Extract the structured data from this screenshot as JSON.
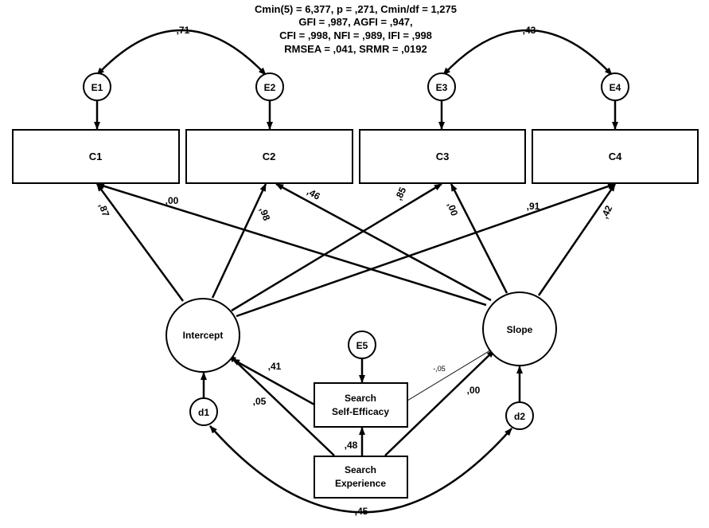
{
  "fit_stats": [
    "Cmin(5) = 6,377, p = ,271, Cmin/df = 1,275",
    "GFI = ,987, AGFI = ,947,",
    "CFI = ,998, NFI = ,989, IFI = ,998",
    "RMSEA = ,041, SRMR = ,0192"
  ],
  "observed": {
    "c1": "C1",
    "c2": "C2",
    "c3": "C3",
    "c4": "C4"
  },
  "errors": {
    "e1": "E1",
    "e2": "E2",
    "e3": "E3",
    "e4": "E4",
    "e5": "E5",
    "d1": "d1",
    "d2": "d2"
  },
  "latent": {
    "intercept": "Intercept",
    "slope": "Slope"
  },
  "predictors": {
    "self_efficacy": [
      "Search",
      "Self-Efficacy"
    ],
    "experience": [
      "Search",
      "Experience"
    ]
  },
  "coefficients": {
    "e1_e2": ",71",
    "e3_e4": ",43",
    "int_c1": ",87",
    "int_c2": ",98",
    "int_c3": ",85",
    "int_c4": ",91",
    "slope_c1": ",00",
    "slope_c2": ",46",
    "slope_c3": ",00",
    "slope_c4": ",42",
    "se_int": ",41",
    "se_slope": "-,05",
    "exp_int": ",05",
    "exp_slope": ",00",
    "exp_se": ",48",
    "d1_d2": "-,45"
  }
}
